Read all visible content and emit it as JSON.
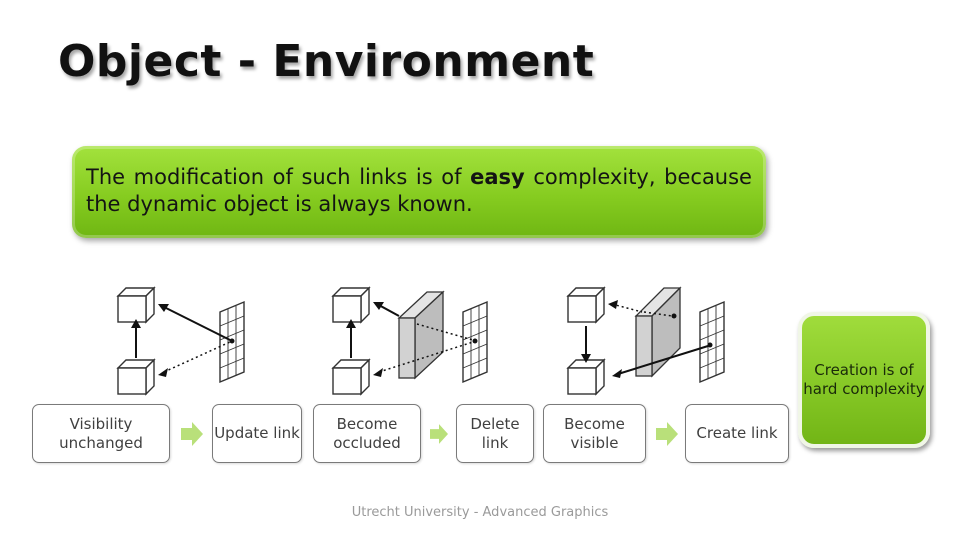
{
  "title": "Object - Environment",
  "callout": {
    "pre": "The modification of such links is of ",
    "bold": "easy",
    "post": " complexity, because the dynamic object is always known."
  },
  "steps": [
    {
      "label": "Visibility unchanged"
    },
    {
      "label": "Update link"
    },
    {
      "label": "Become occluded"
    },
    {
      "label": "Delete link"
    },
    {
      "label": "Become visible"
    },
    {
      "label": "Create link"
    }
  ],
  "hard_box": "Creation is of hard complexity",
  "footer": "Utrecht University - Advanced Graphics",
  "colors": {
    "accent_green": "#86cc20",
    "arrow_green": "#b9e07a",
    "box_border": "#7a7a7a"
  }
}
